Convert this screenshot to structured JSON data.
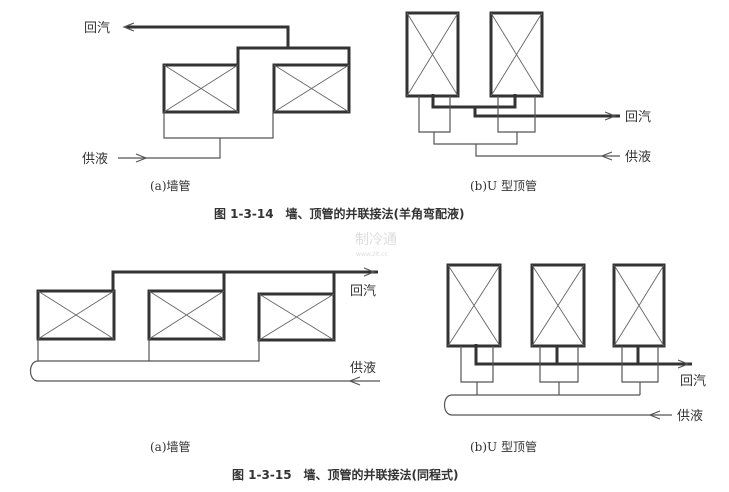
{
  "labels": {
    "return_gas": "回汽",
    "supply_liquid": "供液"
  },
  "figure_14": {
    "sub_a": "(a)墙管",
    "sub_b": "(b)U 型顶管",
    "caption": "图 1-3-14　墙、顶管的并联接法(羊角弯配液)"
  },
  "figure_15": {
    "sub_a": "(a)墙管",
    "sub_b": "(b)U 型顶管",
    "caption": "图 1-3-15　墙、顶管的并联接法(同程式)"
  },
  "watermark": {
    "text": "制冷通",
    "url": "www.zlt.cc"
  }
}
